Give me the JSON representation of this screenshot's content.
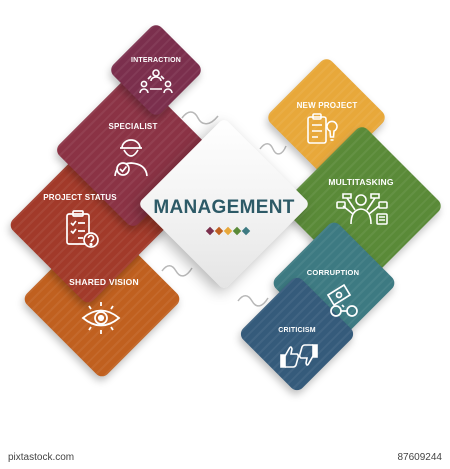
{
  "title": "MANAGEMENT",
  "items": [
    {
      "id": "interaction",
      "label": "INTERACTION",
      "color": "#7b2f4d",
      "icon": "team-network-icon"
    },
    {
      "id": "specialist",
      "label": "SPECIALIST",
      "color": "#8b3345",
      "icon": "worker-check-icon"
    },
    {
      "id": "project-status",
      "label": "PROJECT STATUS",
      "color": "#a23a2a",
      "icon": "clipboard-question-icon"
    },
    {
      "id": "shared-vision",
      "label": "SHARED VISION",
      "color": "#c0601f",
      "icon": "eye-icon"
    },
    {
      "id": "new-project",
      "label": "NEW PROJECT",
      "color": "#e8a83a",
      "icon": "clipboard-idea-icon"
    },
    {
      "id": "multitasking",
      "label": "MULTITASKING",
      "color": "#5a8a38",
      "icon": "multitask-person-icon"
    },
    {
      "id": "corruption",
      "label": "CORRUPTION",
      "color": "#3d7a82",
      "icon": "handcuff-money-icon"
    },
    {
      "id": "criticism",
      "label": "CRITICISM",
      "color": "#355b7b",
      "icon": "thumbs-up-down-icon"
    }
  ],
  "dot_colors": [
    "#7b2f4d",
    "#c0601f",
    "#e8a83a",
    "#5a8a38",
    "#3d7a82"
  ],
  "footer": {
    "watermark": "pixtastock.com",
    "image_id": "87609244"
  }
}
